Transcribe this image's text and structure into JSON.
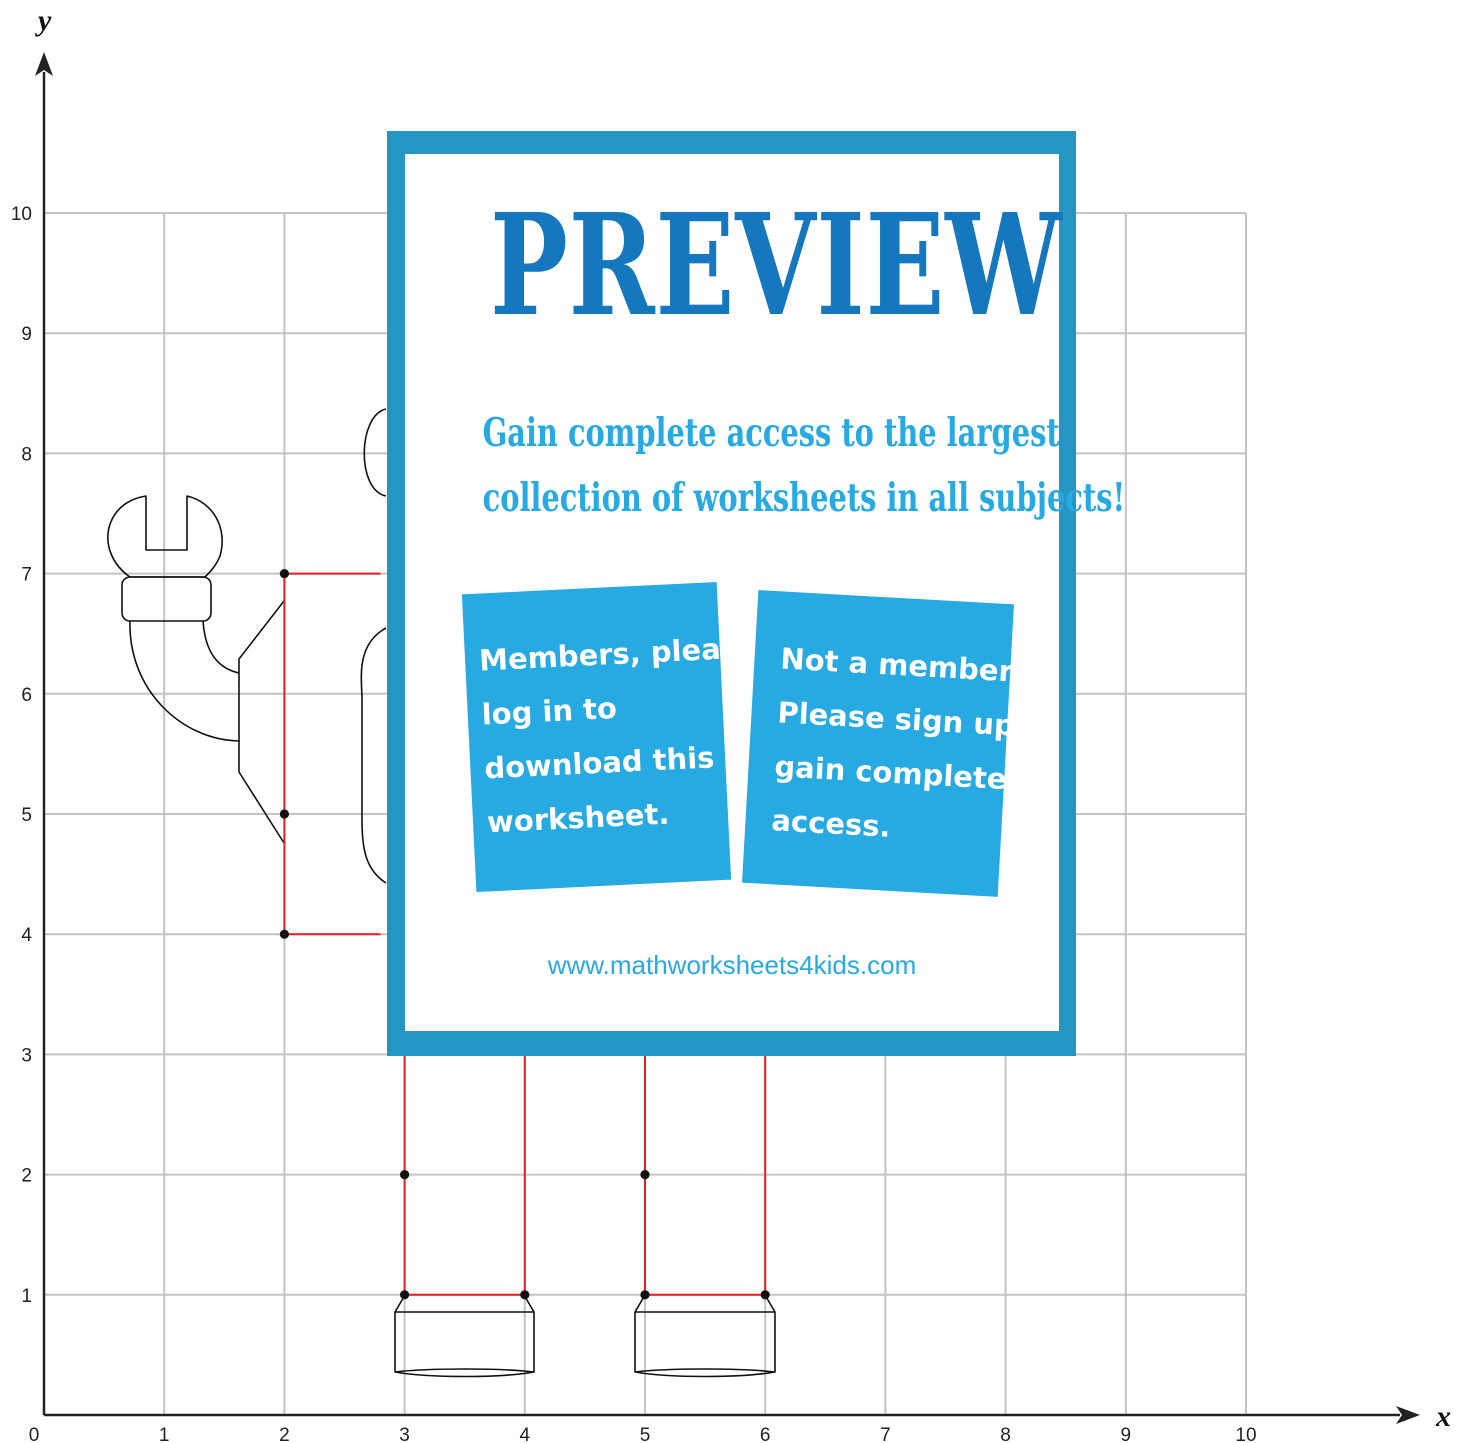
{
  "graph": {
    "x_axis": {
      "name": "x",
      "ticks": [
        "0",
        "1",
        "2",
        "3",
        "4",
        "5",
        "6",
        "7",
        "8",
        "9",
        "10"
      ]
    },
    "y_axis": {
      "name": "y",
      "ticks": [
        "1",
        "2",
        "3",
        "4",
        "5",
        "6",
        "7",
        "8",
        "9",
        "10"
      ]
    },
    "grid": true,
    "colors": {
      "grid": "#c4c4c4",
      "axis": "#222222",
      "segment": "#e21f26",
      "outline": "#111111"
    },
    "visible_points": [
      {
        "x": 2,
        "y": 7
      },
      {
        "x": 2,
        "y": 5
      },
      {
        "x": 2,
        "y": 4
      },
      {
        "x": 3,
        "y": 2
      },
      {
        "x": 3,
        "y": 1
      },
      {
        "x": 4,
        "y": 1
      },
      {
        "x": 5,
        "y": 2
      },
      {
        "x": 5,
        "y": 1
      },
      {
        "x": 6,
        "y": 1
      }
    ],
    "visible_segments": [
      {
        "from": [
          2,
          7
        ],
        "to": [
          2.8,
          7
        ]
      },
      {
        "from": [
          2,
          7
        ],
        "to": [
          2,
          4
        ]
      },
      {
        "from": [
          2,
          4
        ],
        "to": [
          2.8,
          4
        ]
      },
      {
        "from": [
          3,
          3
        ],
        "to": [
          3,
          1
        ]
      },
      {
        "from": [
          4,
          3
        ],
        "to": [
          4,
          1
        ]
      },
      {
        "from": [
          3,
          1
        ],
        "to": [
          4,
          1
        ]
      },
      {
        "from": [
          5,
          3
        ],
        "to": [
          5,
          1
        ]
      },
      {
        "from": [
          6,
          3
        ],
        "to": [
          6,
          1
        ]
      },
      {
        "from": [
          5,
          1
        ],
        "to": [
          6,
          1
        ]
      }
    ]
  },
  "preview": {
    "title": "PREVIEW",
    "tagline_1": "Gain complete access to the largest",
    "tagline_2": "collection of worksheets in all subjects!",
    "members_box": [
      "Members, please",
      "log in to",
      "download this",
      "worksheet."
    ],
    "signup_box": [
      "Not a member?",
      "Please sign up to",
      "gain complete",
      "access."
    ],
    "url": "www.mathworksheets4kids.com",
    "colors": {
      "frame": "#2596c3",
      "title": "#1577bd",
      "accent": "#27a9e1"
    }
  }
}
